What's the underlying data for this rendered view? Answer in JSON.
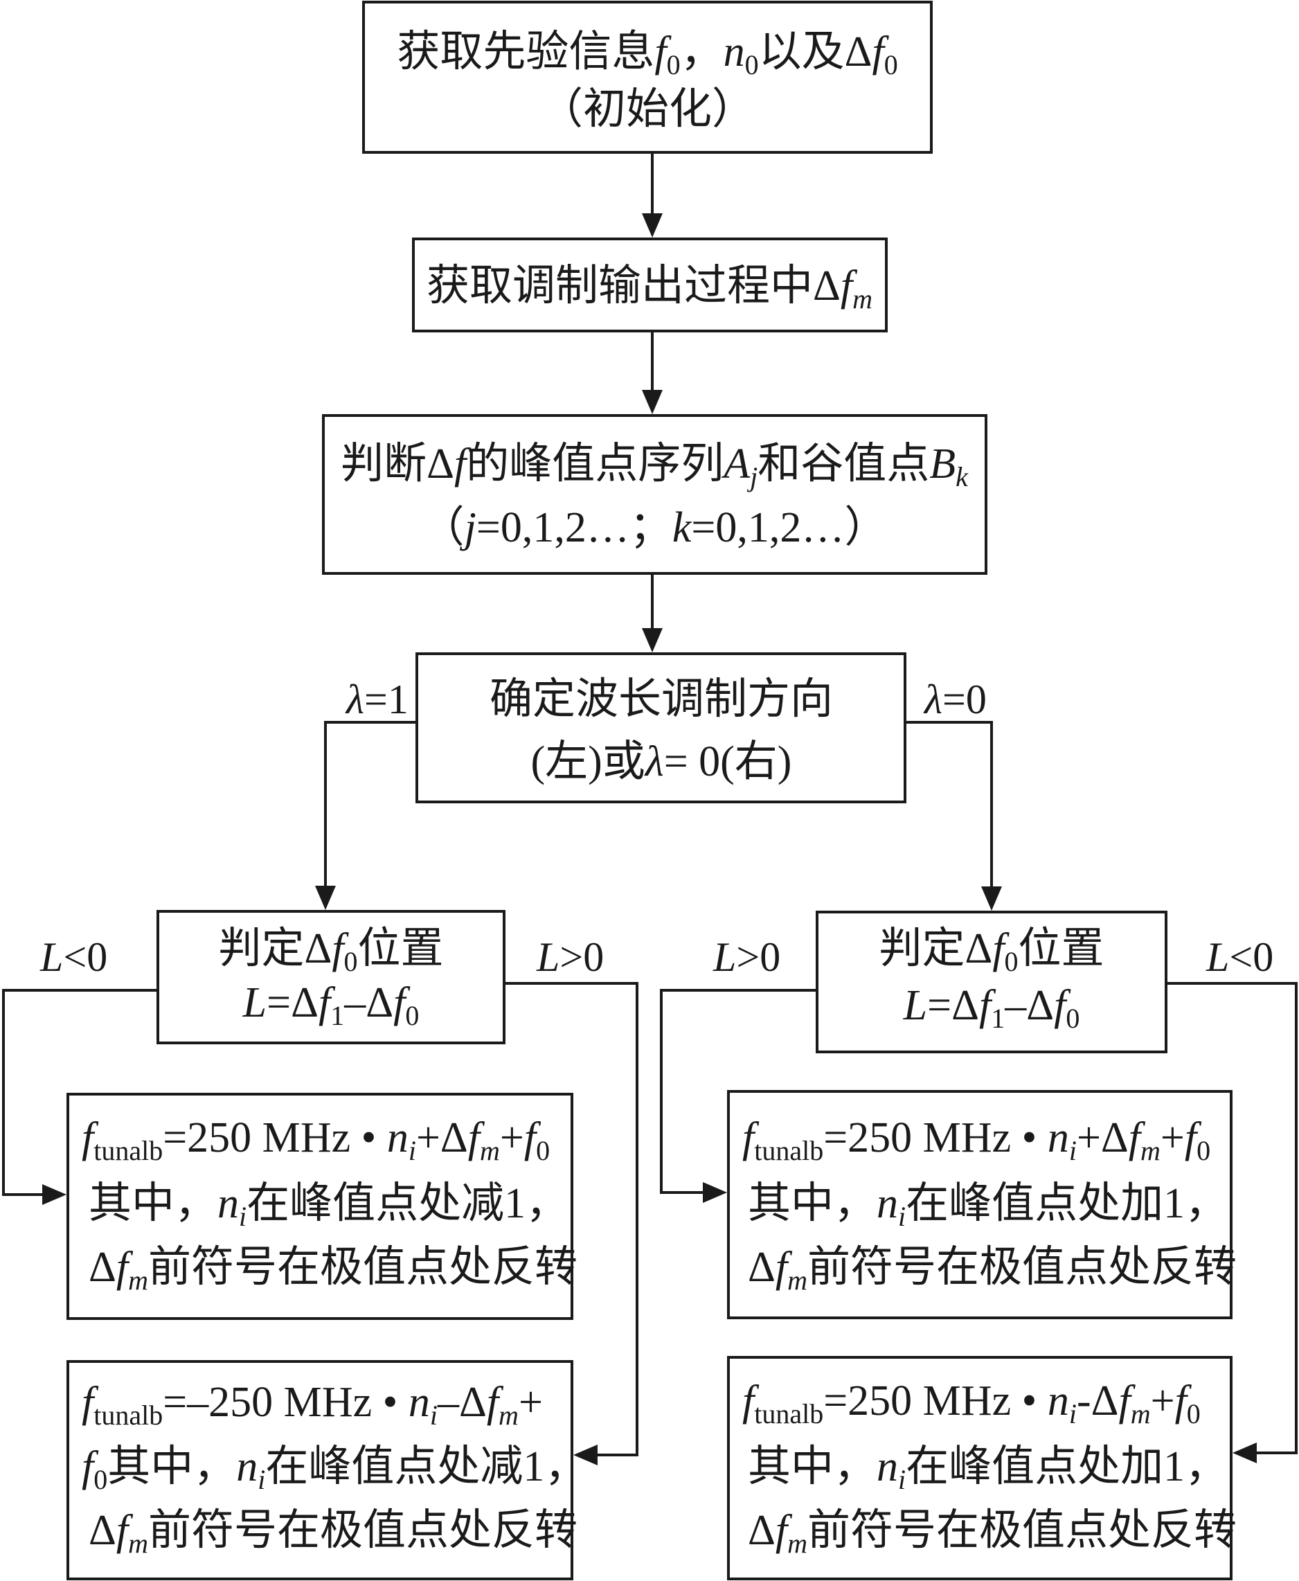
{
  "nodes": {
    "n1": {
      "line1": {
        "pre": "获取先验信息",
        "f": "f",
        "f_sub": "0",
        "comma": "，",
        "n": "n",
        "n_sub": "0",
        "mid": "以及Δ",
        "f2": "f",
        "f2_sub": "0"
      },
      "line2": "（初始化）"
    },
    "n2": {
      "pre": "获取调制输出过程中Δ",
      "f": "f",
      "f_sub": "m"
    },
    "n3": {
      "line1": {
        "pre": "判断Δ",
        "f": "f",
        "mid": "的峰值点序列",
        "a": "A",
        "a_sub": "j",
        "mid2": "和谷值点",
        "b": "B",
        "b_sub": "k"
      },
      "line2": {
        "open": "（",
        "j": "j",
        "mid": "=0,1,2…；",
        "k": "k",
        "tail": "=0,1,2…）"
      }
    },
    "n4": {
      "line1": "确定波长调制方向",
      "line2": {
        "pre": "(左)或",
        "lam": "λ",
        "tail": "= 0(右)"
      }
    },
    "n5": {
      "line1": {
        "pre": "判定Δ",
        "f": "f",
        "f_sub": "0",
        "tail": "位置"
      },
      "line2": {
        "L": "L",
        "eq": "=Δ",
        "f1": "f",
        "f1_sub": "1",
        "minus": "–Δ",
        "f0": "f",
        "f0_sub": "0"
      }
    },
    "n6": {
      "line1": {
        "pre": "判定Δ",
        "f": "f",
        "f_sub": "0",
        "tail": "位置"
      },
      "line2": {
        "L": "L",
        "eq": "=Δ",
        "f1": "f",
        "f1_sub": "1",
        "minus": "–Δ",
        "f0": "f",
        "f0_sub": "0"
      }
    },
    "n7": {
      "line1": {
        "f": "f",
        "f_sub": "tunalb",
        "a": "=250 MHz • ",
        "n": "n",
        "n_sub": "i",
        "b": "+Δ",
        "fm": "f",
        "fm_sub": "m",
        "c": "+",
        "f0": "f",
        "f0_sub": "0"
      },
      "line2": {
        "pre": "其中，",
        "n": "n",
        "n_sub": "i",
        "tail": "在峰值点处减1，"
      },
      "line3": {
        "pre": "Δ",
        "f": "f",
        "f_sub": "m",
        "tail": "前符号在极值点处反转"
      }
    },
    "n8": {
      "line1": {
        "f": "f",
        "f_sub": "tunalb",
        "a": "=250 MHz • ",
        "n": "n",
        "n_sub": "i",
        "b": "+Δ",
        "fm": "f",
        "fm_sub": "m",
        "c": "+",
        "f0": "f",
        "f0_sub": "0"
      },
      "line2": {
        "pre": "其中，",
        "n": "n",
        "n_sub": "i",
        "tail": "在峰值点处加1，"
      },
      "line3": {
        "pre": "Δ",
        "f": "f",
        "f_sub": "m",
        "tail": "前符号在极值点处反转"
      }
    },
    "n9": {
      "line1": {
        "f": "f",
        "f_sub": "tunalb",
        "a": "=–250 MHz • ",
        "n": "n",
        "n_sub": "i",
        "b": "–Δ",
        "fm": "f",
        "fm_sub": "m",
        "c": "+"
      },
      "line2": {
        "f0": "f",
        "f0_sub": "0",
        "pre": "其中，",
        "n": "n",
        "n_sub": "i",
        "tail": "在峰值点处减1，"
      },
      "line3": {
        "pre": "Δ",
        "f": "f",
        "f_sub": "m",
        "tail": "前符号在极值点处反转"
      }
    },
    "n10": {
      "line1": {
        "f": "f",
        "f_sub": "tunalb",
        "a": "=250 MHz • ",
        "n": "n",
        "n_sub": "i",
        "b": "-Δ",
        "fm": "f",
        "fm_sub": "m",
        "c": "+",
        "f0": "f",
        "f0_sub": "0"
      },
      "line2": {
        "pre": "其中，",
        "n": "n",
        "n_sub": "i",
        "tail": "在峰值点处加1，"
      },
      "line3": {
        "pre": "Δ",
        "f": "f",
        "f_sub": "m",
        "tail": "前符号在极值点处反转"
      }
    }
  },
  "edge_labels": {
    "lambda_left": {
      "sym": "λ",
      "val": "=1"
    },
    "lambda_right": {
      "sym": "λ",
      "val": "=0"
    },
    "left_lt": {
      "sym": "L",
      "val": "<0"
    },
    "left_gt": {
      "sym": "L",
      "val": ">0"
    },
    "right_gt": {
      "sym": "L",
      "val": ">0"
    },
    "right_lt": {
      "sym": "L",
      "val": "<0"
    }
  }
}
